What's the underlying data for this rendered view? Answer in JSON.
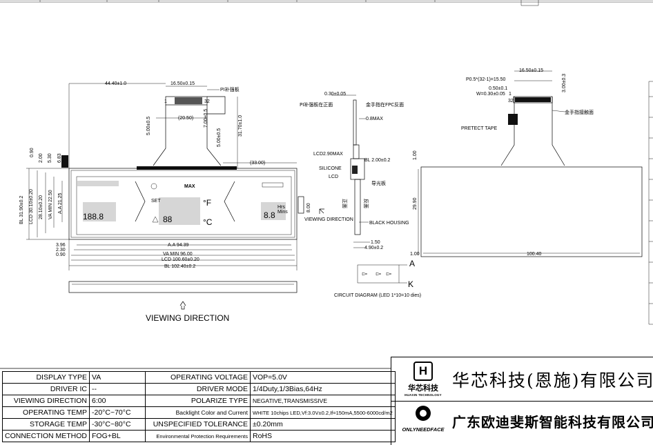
{
  "spec_rows": [
    {
      "k1": "DISPLAY TYPE",
      "v1": "VA",
      "k2": "OPERATING VOLTAGE",
      "v2": "VOP=5.0V"
    },
    {
      "k1": "DRIVER IC",
      "v1": "--",
      "k2": "DRIVER MODE",
      "v2": "1/4Duty,1/3Bias,64Hz"
    },
    {
      "k1": "VIEWING DIRECTION",
      "v1": "6:00",
      "k2": "POLARIZE TYPE",
      "v2": "NEGATIVE,TRANSMISSIVE"
    },
    {
      "k1": "OPERATING TEMP",
      "v1": "-20°C~70°C",
      "k2": "Backlight Color and Current",
      "v2": "WHITE 10chips LED,Vf:3.0V±0.2,If=150mA,5500-6000cd/m2"
    },
    {
      "k1": "STORAGE TEMP",
      "v1": "-30°C~80°C",
      "k2": "UNSPECIFIED TOLERANCE",
      "v2": "±0.20mm"
    },
    {
      "k1": "CONNECTION METHOD",
      "v1": "FOG+BL",
      "k2": "Environmental Protection Requirements",
      "v2": "RoHS"
    }
  ],
  "company": {
    "name1": "华芯科技(恩施)有限公司",
    "logo1_text": "华芯科技",
    "logo1_sub": "HUAXIN TECHNOLOGY",
    "name2": "广东欧迪斐斯智能科技有限公司",
    "logo2_text": "ONLYNEEDFACE"
  },
  "drawing": {
    "front": {
      "dim_44_40": "44.40±1.0",
      "dim_16_50": "16.50±0.15",
      "pi_label": "PI补强板",
      "pin1": "1",
      "pin32": "32",
      "dim_20_50": "(20.50)",
      "dim_5_00": "5.00±0.5",
      "dim_7_00": "7.00±0.5",
      "dim_5_00b": "5.00±0.5",
      "dim_31_70": "31.70±1.0",
      "dim_33_00": "(33.00)",
      "left_0_90": "0.90",
      "left_2_00": "2.00",
      "left_5_30": "5.30",
      "left_6_83": "6.83",
      "bl_31_90": "BL 31.90±0.2",
      "lcd_30_10": "LCD 30.10±0.20",
      "dim_28_10": "28.10±0.20",
      "va_min": "VA MIN 22.50",
      "aa_21_25": "A.A 21.25",
      "dim_8_00": "8.00",
      "b_3_96": "3.96",
      "b_2_30": "2.30",
      "b_0_90": "0.90",
      "aa_94": "A.A 94.39",
      "va_96": "VA MIN 96.00",
      "lcd_100": "LCD 100.60±0.20",
      "bl_102": "BL 102.40±0.2",
      "view_dir": "VIEWING DIRECTION",
      "seg_set": "SET",
      "seg_max": "MAX",
      "seg_f": "°F",
      "seg_c": "°C",
      "seg_88": "88",
      "seg_188": "188.8",
      "seg_888": "8.8",
      "seg_hrs": "Hrs",
      "seg_mins": "Mins"
    },
    "side": {
      "t_0_30": "0.30±0.05",
      "pi_front": "PI补强板在正面",
      "gold_back": "金手指在FPC反面",
      "max_0_8": "0.8MAX",
      "lcd_290": "LCD2.90MAX",
      "bl_200": "BL  2.00±0.2",
      "silicone": "SILICONE",
      "lcd": "LCD",
      "light_guide": "导光板",
      "front_face": "正面",
      "back_face": "反面",
      "view_dir": "VIEWING DIRECTION",
      "black_housing": "BLACK HOUSING",
      "d_1_50": "1.50",
      "d_4_90": "4.90±0.2"
    },
    "circuit": {
      "a": "A",
      "k": "K",
      "caption": "CIRCUIT DIAGRAM (LED 1*10=10 dies)"
    },
    "back": {
      "pitch": "P0.5*(32-1)=15.50",
      "d_16_50": "16.50±0.15",
      "d_3_00": "3.00±0.3",
      "d_0_50": "0.50±0.1",
      "w_0_30": "W=0.30±0.05",
      "pin1": "1",
      "pin32": "32",
      "gold_touch": "金手指接触面",
      "protect_tape": "PRETECT TAPE",
      "d_1_00": "1.00",
      "d_29_90": "29.90",
      "d_1_00b": "1.00",
      "d_100_40": "100.40"
    }
  }
}
